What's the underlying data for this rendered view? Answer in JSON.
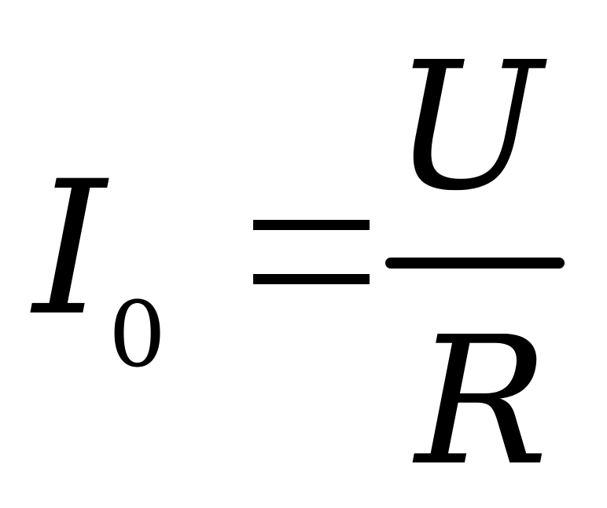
{
  "formula": {
    "lhs": "I",
    "lhs_subscript": "0",
    "numerator": "U",
    "denominator": "R"
  }
}
